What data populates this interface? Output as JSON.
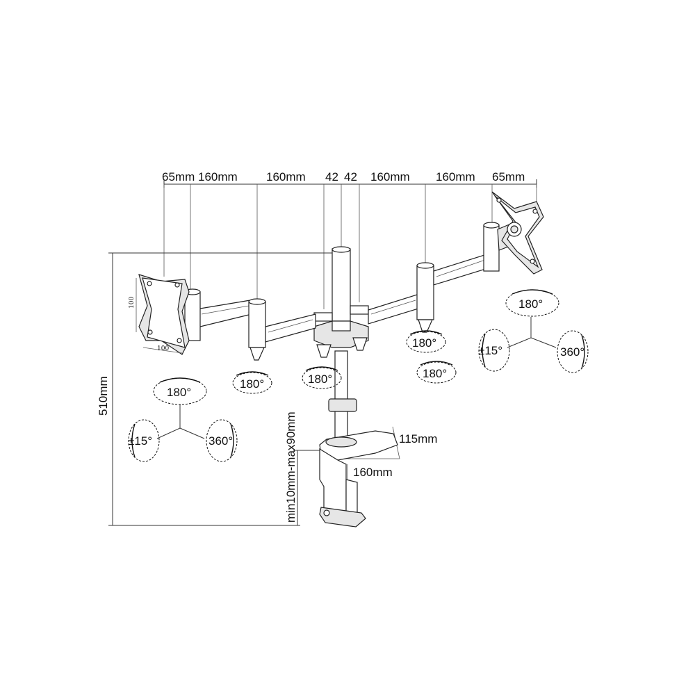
{
  "dimensions": {
    "top": [
      "65mm",
      "160mm",
      "160mm",
      "42",
      "42",
      "160mm",
      "160mm",
      "65mm"
    ],
    "height": "510mm",
    "clamp_range": "min10mm-max90mm",
    "base_width": "115mm",
    "base_depth": "160mm"
  },
  "vesa": {
    "label_vertical": "100",
    "label_horizontal": "100"
  },
  "rotations": {
    "arm_joints": [
      "180°",
      "180°",
      "180°",
      "180°"
    ],
    "left_head": {
      "swivel": "180°",
      "tilt": "±15°",
      "rotate": "360°"
    },
    "right_head": {
      "swivel": "180°",
      "tilt": "±15°",
      "rotate": "360°"
    }
  }
}
